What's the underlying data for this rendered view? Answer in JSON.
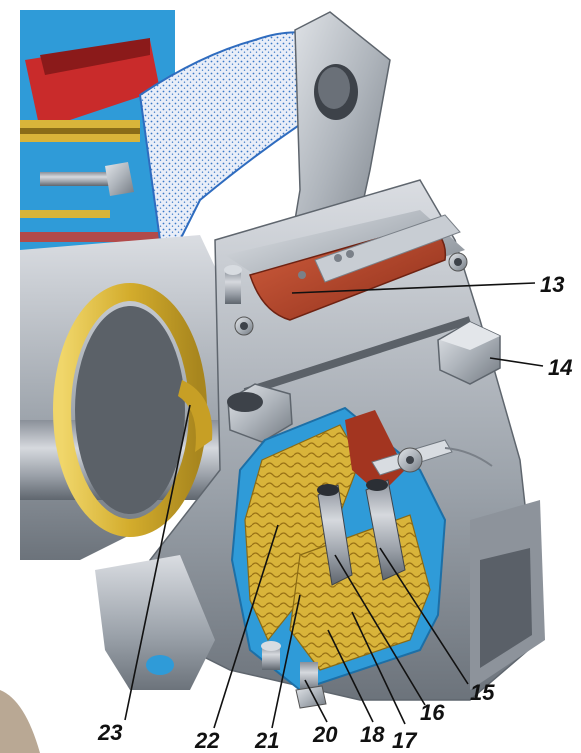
{
  "labels": {
    "n13": "13",
    "n14": "14",
    "n15": "15",
    "n16": "16",
    "n17": "17",
    "n18": "18",
    "n20": "20",
    "n21": "21",
    "n22": "22",
    "n23": "23"
  },
  "colors": {
    "metal": "#a9afb7",
    "metal_light": "#d9dde2",
    "metal_dark": "#6f767e",
    "cutaway_blue": "#2f9bd8",
    "brake_lining_yellow": "#d9b43a",
    "clamp_band_yellow": "#e5c64a",
    "brake_pad_red": "#b7432a",
    "insulation_white": "#f2f5fb",
    "callout_line": "#111111"
  }
}
